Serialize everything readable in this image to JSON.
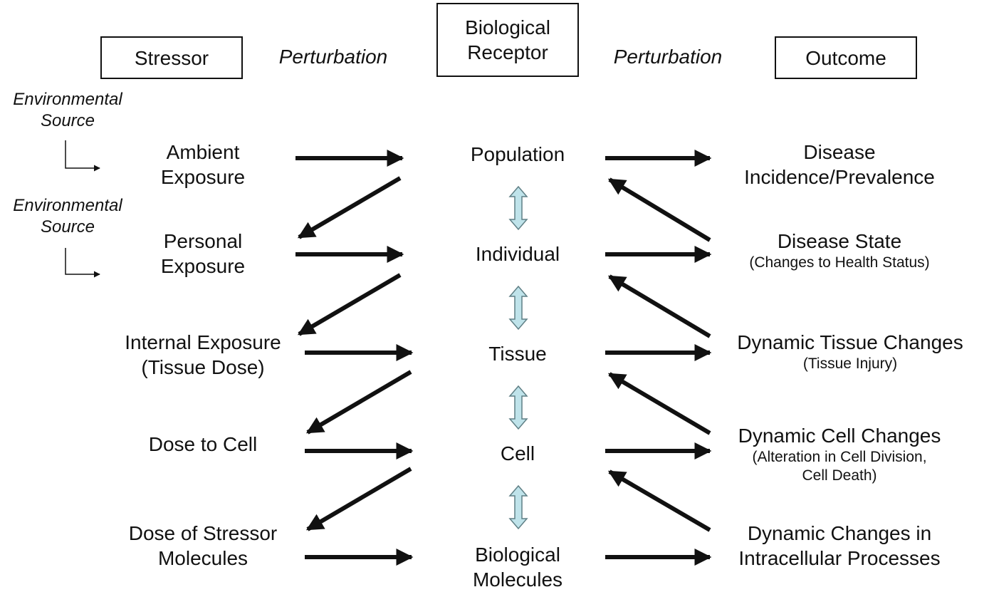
{
  "headers": {
    "stressor": "Stressor",
    "perturbation_left": "Perturbation",
    "receptor_line1": "Biological",
    "receptor_line2": "Receptor",
    "perturbation_right": "Perturbation",
    "outcome": "Outcome"
  },
  "environmental_source": [
    {
      "line1": "Environmental",
      "line2": "Source"
    },
    {
      "line1": "Environmental",
      "line2": "Source"
    }
  ],
  "stressors": [
    {
      "line1": "Ambient",
      "line2": "Exposure"
    },
    {
      "line1": "Personal",
      "line2": "Exposure"
    },
    {
      "line1": "Internal Exposure",
      "line2": "(Tissue Dose)"
    },
    {
      "line1": "Dose to Cell",
      "line2": ""
    },
    {
      "line1": "Dose of Stressor",
      "line2": "Molecules"
    }
  ],
  "receptors": [
    {
      "line1": "Population",
      "line2": ""
    },
    {
      "line1": "Individual",
      "line2": ""
    },
    {
      "line1": "Tissue",
      "line2": ""
    },
    {
      "line1": "Cell",
      "line2": ""
    },
    {
      "line1": "Biological",
      "line2": "Molecules"
    }
  ],
  "outcomes": [
    {
      "line1": "Disease",
      "line2": "Incidence/Prevalence",
      "line3": ""
    },
    {
      "line1": "Disease State",
      "line2": "(Changes to Health Status)",
      "line3": ""
    },
    {
      "line1": "Dynamic Tissue Changes",
      "line2": "(Tissue Injury)",
      "line3": ""
    },
    {
      "line1": "Dynamic Cell Changes",
      "line2": "(Alteration in Cell Division,",
      "line3": "Cell Death)"
    },
    {
      "line1": "Dynamic Changes in",
      "line2": "Intracellular Processes",
      "line3": ""
    }
  ],
  "colors": {
    "ink": "#111111",
    "double_arrow_fill": "#bfe3ea",
    "double_arrow_stroke": "#5f7f85"
  }
}
